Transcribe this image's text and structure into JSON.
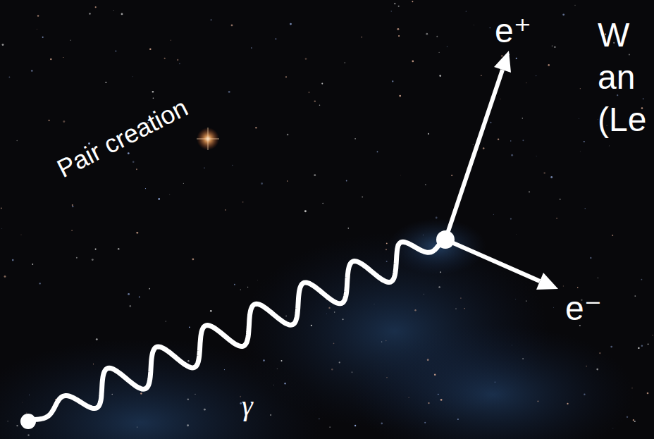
{
  "diagram": {
    "labels": [
      "Pair creation",
      "γ",
      "e⁺",
      "e⁻",
      "W",
      "an",
      "(Le"
    ]
  }
}
